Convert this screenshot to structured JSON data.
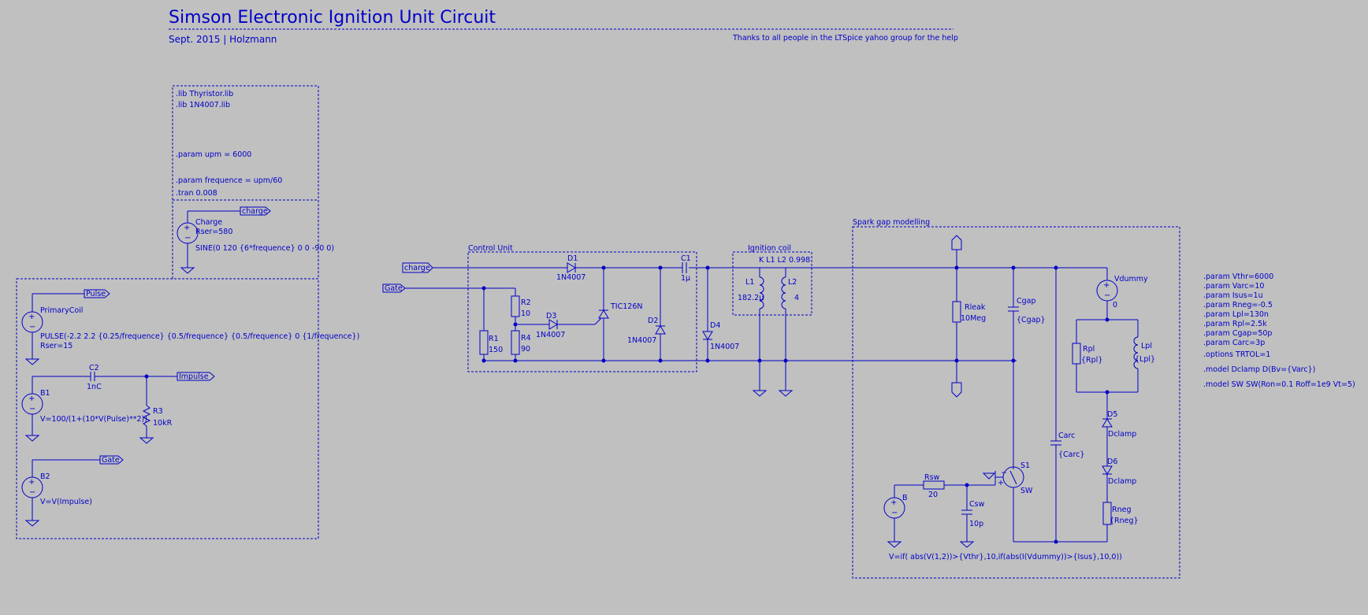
{
  "header": {
    "title": "Simson Electronic Ignition Unit Circuit",
    "subtitle": "Sept. 2015 |  Holzmann",
    "thanks": "Thanks to all people in the LTSpice yahoo group for the help"
  },
  "directives": {
    "lib1": ".lib Thyristor.lib",
    "lib2": ".lib 1N4007.lib",
    "upm": ".param upm = 6000",
    "freq": ".param frequence = upm/60",
    "tran": ".tran 0.008"
  },
  "params": {
    "vthr": ".param Vthr=6000",
    "varc": ".param Varc=10",
    "isus": ".param Isus=1u",
    "rneg": ".param Rneg=-0.5",
    "lpl": ".param Lpl=130n",
    "rpl": ".param Rpl=2.5k",
    "cgap": ".param Cgap=50p",
    "carc": ".param Carc=3p",
    "options": ".options TRTOL=1",
    "dclamp": ".model Dclamp D(Bv={Varc})",
    "sw": ".model SW SW(Ron=0.1 Roff=1e9 Vt=5)"
  },
  "blocks": {
    "control_unit": "Control Unit",
    "ignition_coil": "Ignition coil",
    "spark_gap": "Spark gap modelling"
  },
  "netlabels": {
    "charge": "charge",
    "pulse": "Pulse",
    "impulse": "Impulse",
    "gate": "Gate"
  },
  "components": {
    "charge_name": "Charge",
    "charge_rser": "Rser=580",
    "charge_val": "SINE(0 120 {6*frequence} 0 0 -90 0)",
    "pc_name": "PrimaryCoil",
    "pc_val": "PULSE(-2.2 2.2 {0.25/frequence} {0.5/frequence} {0.5/frequence} 0 {1/frequence})",
    "pc_rser": "Rser=15",
    "c2_name": "C2",
    "c2_val": "1nC",
    "b1_name": "B1",
    "b1_val": "V=100/(1+(10*V(Pulse)**2))",
    "r3_name": "R3",
    "r3_val": "10kR",
    "b2_name": "B2",
    "b2_val": "V=V(Impulse)",
    "d1_name": "D1",
    "d1_val": "1N4007",
    "r2_name": "R2",
    "r2_val": "10",
    "d3_name": "D3",
    "d3_val": "1N4007",
    "r1_name": "R1",
    "r1_val": "150",
    "r4_name": "R4",
    "r4_val": "90",
    "tic_name": "TIC126N",
    "d2_name": "D2",
    "d2_val": "1N4007",
    "c1_name": "C1",
    "c1_val": "1µ",
    "d4_name": "D4",
    "d4_val": "1N4007",
    "k_stmt": "K L1 L2 0.998",
    "l1_name": "L1",
    "l1_val": "182.2µ",
    "l2_name": "L2",
    "l2_val": "4",
    "rleak_name": "Rleak",
    "rleak_val": "10Meg",
    "cgap_name": "Cgap",
    "cgap_val": "{Cgap}",
    "vdummy_name": "Vdummy",
    "vdummy_val": "0",
    "rpl_name": "Rpl",
    "rpl_val": "{Rpl}",
    "lpl_name": "Lpl",
    "lpl_val": "{Lpl}",
    "d5_name": "D5",
    "d5_val": "Dclamp",
    "d6_name": "D6",
    "d6_val": "Dclamp",
    "carc_name": "Carc",
    "carc_val": "{Carc}",
    "s1_name": "S1",
    "s1_val": "SW",
    "rsw_name": "Rsw",
    "rsw_val": "20",
    "csw_name": "Csw",
    "csw_val": "10p",
    "b_name": "B",
    "rneg_name": "Rneg",
    "rneg_val": "{Rneg}",
    "b_expr": "V=if( abs(V(1,2))>{Vthr},10,if(abs(I(Vdummy))>{Isus},10,0))"
  },
  "colors": {
    "background": "#c0c0c0",
    "ink": "#0000c8"
  }
}
